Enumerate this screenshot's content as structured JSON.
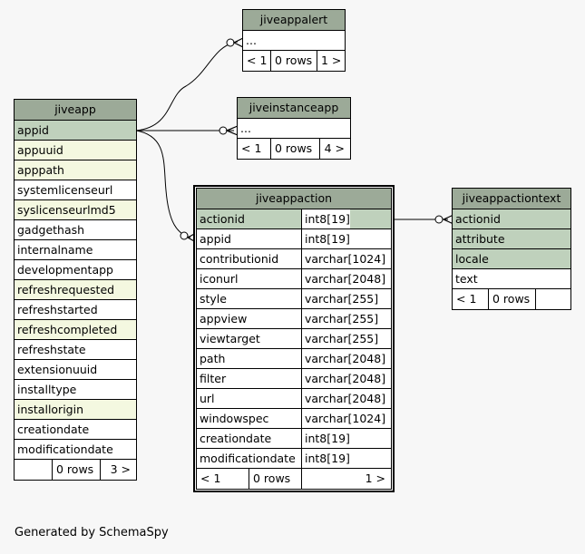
{
  "jiveappalert": {
    "title": "jiveappalert",
    "rows": [
      "..."
    ],
    "footer": [
      "< 1",
      "0 rows",
      "1 >"
    ]
  },
  "jiveinstanceapp": {
    "title": "jiveinstanceapp",
    "rows": [
      "..."
    ],
    "footer": [
      "< 1",
      "0 rows",
      "4 >"
    ]
  },
  "jiveapp": {
    "title": "jiveapp",
    "rows": [
      {
        "name": "appid",
        "kind": "pk"
      },
      {
        "name": "appuuid",
        "kind": "idx"
      },
      {
        "name": "apppath",
        "kind": "idx"
      },
      {
        "name": "systemlicenseurl",
        "kind": "plain"
      },
      {
        "name": "syslicenseurlmd5",
        "kind": "idx"
      },
      {
        "name": "gadgethash",
        "kind": "plain"
      },
      {
        "name": "internalname",
        "kind": "plain"
      },
      {
        "name": "developmentapp",
        "kind": "plain"
      },
      {
        "name": "refreshrequested",
        "kind": "idx"
      },
      {
        "name": "refreshstarted",
        "kind": "plain"
      },
      {
        "name": "refreshcompleted",
        "kind": "idx"
      },
      {
        "name": "refreshstate",
        "kind": "plain"
      },
      {
        "name": "extensionuuid",
        "kind": "plain"
      },
      {
        "name": "installtype",
        "kind": "plain"
      },
      {
        "name": "installorigin",
        "kind": "idx"
      },
      {
        "name": "creationdate",
        "kind": "plain"
      },
      {
        "name": "modificationdate",
        "kind": "plain"
      }
    ],
    "footer": [
      "",
      "0 rows",
      "3 >"
    ]
  },
  "jiveappaction": {
    "title": "jiveappaction",
    "rows": [
      {
        "name": "actionid",
        "type": "int8[19]",
        "kind": "pk"
      },
      {
        "name": "appid",
        "type": "int8[19]",
        "kind": "plain"
      },
      {
        "name": "contributionid",
        "type": "varchar[1024]",
        "kind": "plain"
      },
      {
        "name": "iconurl",
        "type": "varchar[2048]",
        "kind": "plain"
      },
      {
        "name": "style",
        "type": "varchar[255]",
        "kind": "plain"
      },
      {
        "name": "appview",
        "type": "varchar[255]",
        "kind": "plain"
      },
      {
        "name": "viewtarget",
        "type": "varchar[255]",
        "kind": "plain"
      },
      {
        "name": "path",
        "type": "varchar[2048]",
        "kind": "plain"
      },
      {
        "name": "filter",
        "type": "varchar[2048]",
        "kind": "plain"
      },
      {
        "name": "url",
        "type": "varchar[2048]",
        "kind": "plain"
      },
      {
        "name": "windowspec",
        "type": "varchar[1024]",
        "kind": "plain"
      },
      {
        "name": "creationdate",
        "type": "int8[19]",
        "kind": "plain"
      },
      {
        "name": "modificationdate",
        "type": "int8[19]",
        "kind": "plain"
      }
    ],
    "footer": [
      "< 1",
      "0 rows",
      "1 >"
    ]
  },
  "jiveappactiontext": {
    "title": "jiveappactiontext",
    "rows": [
      {
        "name": "actionid",
        "kind": "pk"
      },
      {
        "name": "attribute",
        "kind": "pk"
      },
      {
        "name": "locale",
        "kind": "pk"
      },
      {
        "name": "text",
        "kind": "plain"
      }
    ],
    "footer": [
      "< 1",
      "0 rows",
      ""
    ]
  },
  "generated_by": "Generated by SchemaSpy",
  "colors": {
    "header": "#9caa98",
    "primary_key": "#bfd1bc",
    "indexed": "#f4f8e0",
    "background": "#f7f7f7"
  }
}
